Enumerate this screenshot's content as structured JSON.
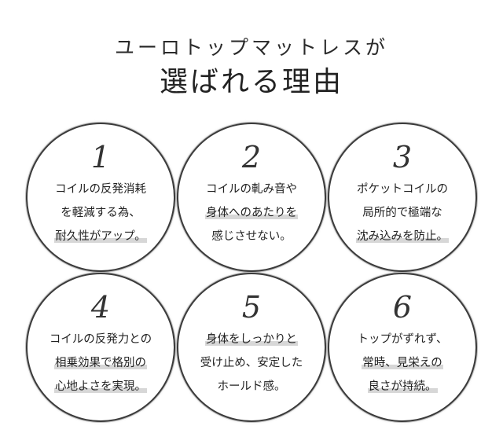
{
  "header": {
    "subtitle": "ユーロトップマットレスが",
    "title": "選ばれる理由"
  },
  "reasons": [
    {
      "number": "1",
      "line1": "コイルの反発消耗",
      "line2": "を軽減する為、",
      "line3": "耐久性がアップ。"
    },
    {
      "number": "2",
      "line1": "コイルの軋み音や",
      "line2": "身体へのあたりを",
      "line3": "感じさせない。"
    },
    {
      "number": "3",
      "line1": "ポケットコイルの",
      "line2": "局所的で極端な",
      "line3": "沈み込みを防止。"
    },
    {
      "number": "4",
      "line1": "コイルの反発力との",
      "line2": "相乗効果で格別の",
      "line3": "心地よさを実現。"
    },
    {
      "number": "5",
      "line1": "身体をしっかりと",
      "line2": "受け止め、安定した",
      "line3": "ホールド感。"
    },
    {
      "number": "6",
      "line1": "トップがずれず、",
      "line2": "常時、見栄えの",
      "line3": "良さが持続。"
    }
  ]
}
